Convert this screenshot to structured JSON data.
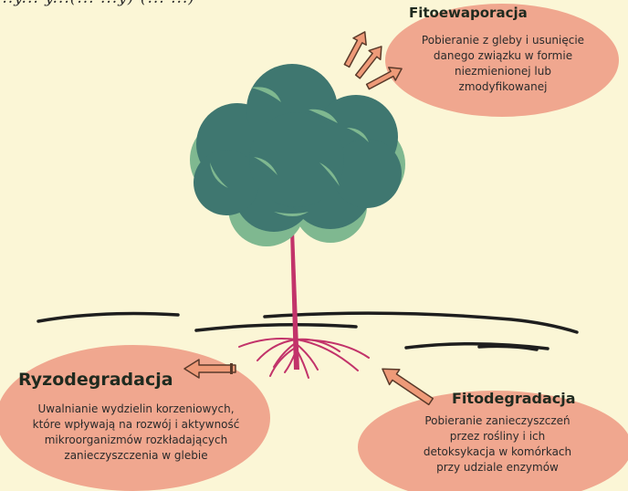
{
  "caption": "...y... y...(... ...y) (... ...)",
  "fitoewaporacja": {
    "title": "Fitoewaporacja",
    "desc": [
      "Pobieranie z gleby i usunięcie",
      "danego związku w formie",
      "niezmienionej lub",
      "zmodyfikowanej"
    ]
  },
  "ryzodegradacja": {
    "title": "Ryzodegradacja",
    "desc": [
      "Uwalnianie wydzielin korzeniowych,",
      "które wpływają na rozwój i aktywność",
      "mikroorganizmów rozkładających",
      "zanieczyszczenia w glebie"
    ]
  },
  "fitodegradacja": {
    "title": "Fitodegradacja",
    "desc": [
      "Pobieranie zanieczyszczeń",
      "przez rośliny i ich",
      "detoksykacja w komórkach",
      "przy udziale enzymów"
    ]
  },
  "colors": {
    "background": "#fbf6d6",
    "bubble": "#f0a78f",
    "canopy": "#3f7770",
    "canopy_highlight": "#7fb890",
    "trunk": "#c2336a",
    "arrow_fill": "#ee9a78",
    "arrow_stroke": "#5a3a2a",
    "ground": "#1e1e1e"
  }
}
